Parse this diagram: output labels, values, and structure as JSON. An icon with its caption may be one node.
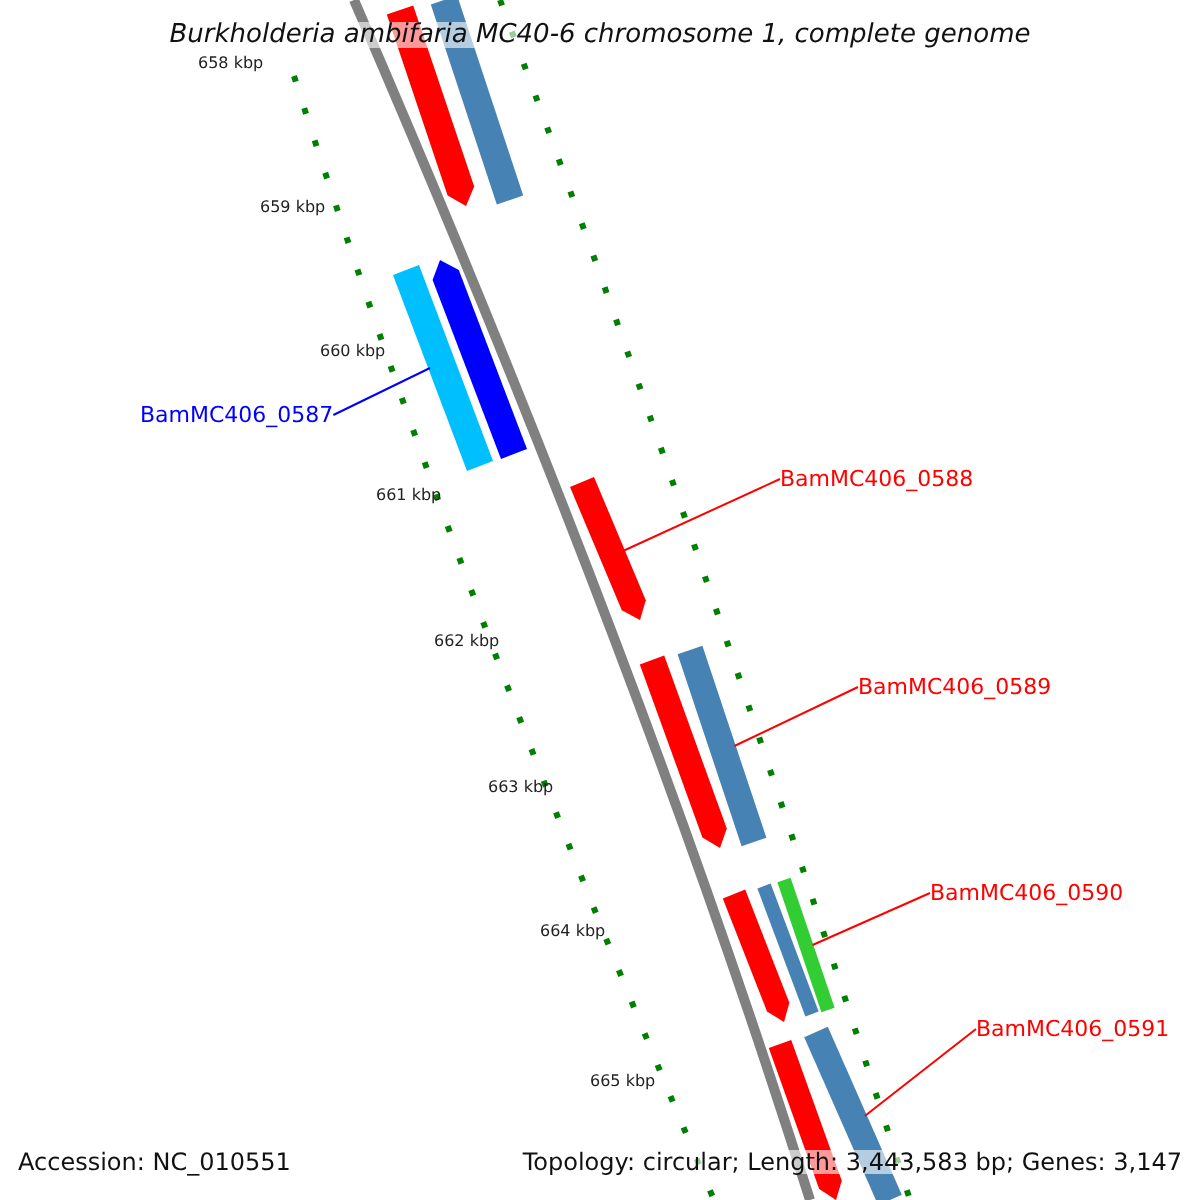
{
  "diagram": {
    "title": "Burkholderia ambifaria MC40-6 chromosome 1, complete genome",
    "nodes": [
      {
        "text": [],
        "shape": "arrow"
      },
      {
        "text": [],
        "shape": "bar"
      },
      {
        "text": [],
        "shape": "bar"
      },
      {
        "text": [],
        "shape": "arrow"
      },
      {
        "text": [
          "BamMC406_0587"
        ]
      },
      {
        "text": [
          "BamMC406_0588"
        ]
      },
      {
        "text": [],
        "shape": "arrow"
      },
      {
        "text": [
          "BamMC406_0589"
        ]
      },
      {
        "text": [],
        "shape": "arrow"
      },
      {
        "text": [],
        "shape": "bar"
      },
      {
        "text": [
          "BamMC406_0590"
        ]
      },
      {
        "text": [],
        "shape": "arrow"
      },
      {
        "text": [],
        "shape": "bar"
      },
      {
        "text": [],
        "shape": "bar"
      },
      {
        "text": [
          "BamMC406_0591"
        ]
      },
      {
        "text": [],
        "shape": "arrow"
      },
      {
        "text": [],
        "shape": "bar"
      }
    ],
    "edges": [
      {
        "from": 4,
        "to": 2,
        "arrow": "none",
        "color": "#0000ff"
      },
      {
        "from": 5,
        "to": 6,
        "arrow": "none"
      },
      {
        "from": 7,
        "to": 9,
        "arrow": "none"
      },
      {
        "from": 10,
        "to": 13,
        "arrow": "none"
      },
      {
        "from": 14,
        "to": 16,
        "arrow": "none"
      }
    ],
    "labels": [
      "658 kbp",
      "659 kbp",
      "660 kbp",
      "661 kbp",
      "662 kbp",
      "663 kbp",
      "664 kbp",
      "665 kbp",
      "Accession: NC_010551",
      "Topology: circular; Length: 3,443,583 bp; Genes: 3,147"
    ]
  }
}
